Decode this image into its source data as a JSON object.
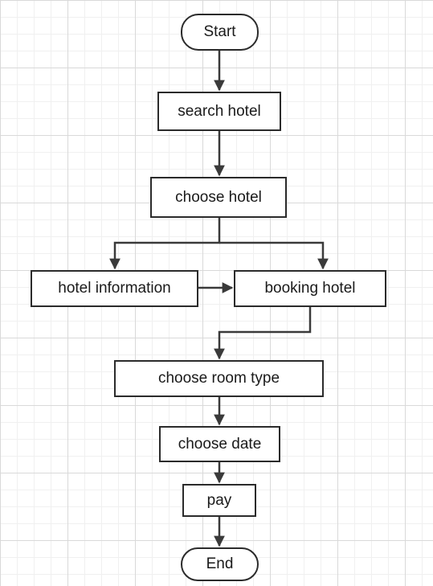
{
  "flowchart": {
    "nodes": {
      "start": "Start",
      "search_hotel": "search hotel",
      "choose_hotel": "choose hotel",
      "hotel_information": "hotel information",
      "booking_hotel": "booking hotel",
      "choose_room_type": "choose room type",
      "choose_date": "choose date",
      "pay": "pay",
      "end": "End"
    },
    "edges": [
      [
        "start",
        "search_hotel"
      ],
      [
        "search_hotel",
        "choose_hotel"
      ],
      [
        "choose_hotel",
        "hotel_information"
      ],
      [
        "choose_hotel",
        "booking_hotel"
      ],
      [
        "hotel_information",
        "booking_hotel"
      ],
      [
        "booking_hotel",
        "choose_room_type"
      ],
      [
        "choose_room_type",
        "choose_date"
      ],
      [
        "choose_date",
        "pay"
      ],
      [
        "pay",
        "end"
      ]
    ]
  }
}
